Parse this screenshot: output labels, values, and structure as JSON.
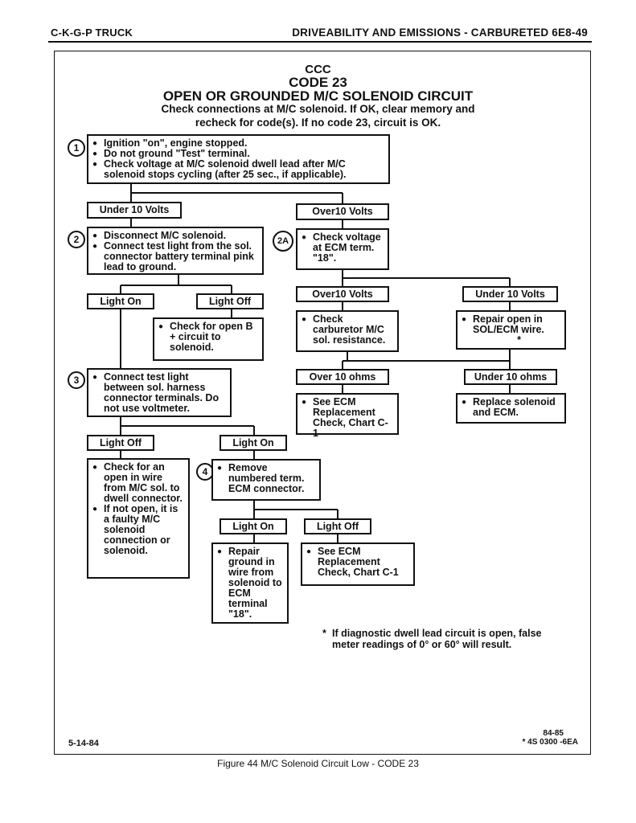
{
  "header": {
    "left": "C-K-G-P TRUCK",
    "right": "DRIVEABILITY AND EMISSIONS - CARBURETED 6E8-49"
  },
  "title": {
    "line1": "CCC",
    "line2": "CODE 23",
    "line3": "OPEN OR GROUNDED M/C SOLENOID CIRCUIT",
    "line4": "Check connections at M/C solenoid.  If OK, clear memory and",
    "line5": "recheck for code(s).  If no code 23, circuit is OK."
  },
  "steps": {
    "s1": "1",
    "s2": "2",
    "s2a": "2A",
    "s3": "3",
    "s4": "4"
  },
  "box1": [
    "Ignition \"on\", engine stopped.",
    "Do not ground \"Test\" terminal.",
    "Check voltage at M/C solenoid dwell lead after M/C solenoid stops cycling (after 25 sec., if applicable)."
  ],
  "labels": {
    "under10_a": "Under 10 Volts",
    "over10_a": "Over10 Volts",
    "light_on_a": "Light On",
    "light_off_a": "Light Off",
    "over10_b": "Over10 Volts",
    "under10_b": "Under 10 Volts",
    "over10ohms": "Over 10 ohms",
    "under10ohms": "Under 10 ohms",
    "light_off_b": "Light Off",
    "light_on_b": "Light On",
    "light_on_c": "Light On",
    "light_off_c": "Light Off"
  },
  "box2": [
    "Disconnect M/C solenoid.",
    "Connect test light from the sol. connector battery terminal pink lead to ground."
  ],
  "box2a": [
    "Check voltage at ECM term. \"18\"."
  ],
  "box_bplus": [
    "Check for open B + circuit to solenoid."
  ],
  "box_carb": [
    "Check carburetor M/C sol. resistance."
  ],
  "box_repair": [
    "Repair open in SOL/ECM wire."
  ],
  "repair_star": "*",
  "box_ecm1": [
    "See ECM Replacement Check, Chart C-1"
  ],
  "box_replace": [
    "Replace solenoid and ECM."
  ],
  "box3": [
    "Connect test light between sol. harness connector terminals.  Do not use voltmeter."
  ],
  "box_wire": [
    "Check for an open in wire from M/C sol. to dwell connector.",
    "If not open, it is a faulty M/C solenoid connection or solenoid."
  ],
  "box4": [
    "Remove numbered term. ECM connector."
  ],
  "box_ground": [
    "Repair ground in wire from solenoid to ECM terminal \"18\"."
  ],
  "box_ecm2": [
    "See ECM Replacement Check, Chart C-1"
  ],
  "footnote": {
    "star": "*",
    "text": "If diagnostic dwell lead circuit is open, false meter readings of 0° or 60° will result."
  },
  "footer": {
    "date": "5-14-84",
    "year": "84-85",
    "code": "* 4S 0300 -6EA",
    "caption": "Figure 44 M/C Solenoid Circuit Low - CODE 23"
  }
}
